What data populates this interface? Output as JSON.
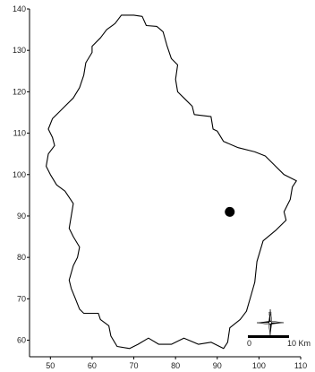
{
  "chart_data": {
    "type": "scatter",
    "title": "",
    "xlabel": "",
    "ylabel": "",
    "xlim": [
      45,
      110
    ],
    "ylim": [
      56,
      140
    ],
    "xticks": [
      50,
      60,
      70,
      80,
      90,
      100,
      110
    ],
    "yticks": [
      60,
      70,
      80,
      90,
      100,
      110,
      120,
      130,
      140
    ],
    "grid": false,
    "legend": "none",
    "series": [
      {
        "x": [
          93
        ],
        "y": [
          91
        ],
        "color": "#000000",
        "marker": "filled-circle"
      }
    ],
    "outline": {
      "description_points": [
        [
          67,
          138.5
        ],
        [
          70,
          138.5
        ],
        [
          72,
          138.2
        ],
        [
          73,
          136
        ],
        [
          75.5,
          135.8
        ],
        [
          77,
          134.5
        ],
        [
          78,
          131
        ],
        [
          79,
          128
        ],
        [
          80.5,
          126.5
        ],
        [
          80,
          123
        ],
        [
          80.5,
          120
        ],
        [
          82,
          118.5
        ],
        [
          84,
          116.5
        ],
        [
          84.5,
          114.5
        ],
        [
          88.5,
          114
        ],
        [
          89,
          111
        ],
        [
          90,
          110.5
        ],
        [
          91.5,
          108
        ],
        [
          95,
          106.5
        ],
        [
          99,
          105.5
        ],
        [
          101.5,
          104.5
        ],
        [
          104,
          102
        ],
        [
          106,
          100
        ],
        [
          109,
          98.5
        ],
        [
          108,
          97
        ],
        [
          107.5,
          94
        ],
        [
          106,
          91
        ],
        [
          106.5,
          89
        ],
        [
          104,
          86.5
        ],
        [
          101,
          84
        ],
        [
          99.5,
          79
        ],
        [
          99,
          74
        ],
        [
          98,
          70.5
        ],
        [
          97,
          67
        ],
        [
          95.5,
          65
        ],
        [
          93,
          63
        ],
        [
          92.5,
          59.5
        ],
        [
          91.5,
          58
        ],
        [
          88.5,
          59.5
        ],
        [
          85.5,
          59
        ],
        [
          82,
          60.5
        ],
        [
          79,
          59
        ],
        [
          76,
          59
        ],
        [
          73.5,
          60.5
        ],
        [
          71,
          59
        ],
        [
          69,
          58
        ],
        [
          66,
          58.5
        ],
        [
          64.5,
          61
        ],
        [
          64,
          63.5
        ],
        [
          62,
          65
        ],
        [
          61.5,
          66.5
        ],
        [
          58,
          66.5
        ],
        [
          57,
          67.5
        ],
        [
          56,
          70
        ],
        [
          55,
          72.5
        ],
        [
          54.5,
          74.5
        ],
        [
          55.5,
          78
        ],
        [
          56.5,
          80
        ],
        [
          57,
          82.5
        ],
        [
          55.5,
          85
        ],
        [
          54.5,
          87
        ],
        [
          55,
          90
        ],
        [
          55.5,
          93
        ],
        [
          53.5,
          96
        ],
        [
          51.5,
          97.5
        ],
        [
          50,
          100
        ],
        [
          49,
          102
        ],
        [
          49.5,
          105
        ],
        [
          51,
          107
        ],
        [
          50.5,
          109
        ],
        [
          49.5,
          111
        ],
        [
          50.5,
          113.5
        ],
        [
          52,
          115
        ],
        [
          53.5,
          116.5
        ],
        [
          55.5,
          118.5
        ],
        [
          57,
          121
        ],
        [
          58,
          124
        ],
        [
          58.5,
          127
        ],
        [
          60,
          129.5
        ],
        [
          60,
          131
        ],
        [
          62,
          133
        ],
        [
          63.5,
          135
        ],
        [
          65.5,
          136.5
        ],
        [
          67,
          138.5
        ]
      ]
    },
    "scale_bar": {
      "start_label": "0",
      "end_label": "10 Km",
      "length_km": 10
    },
    "north_arrow": {
      "label": "N"
    }
  }
}
